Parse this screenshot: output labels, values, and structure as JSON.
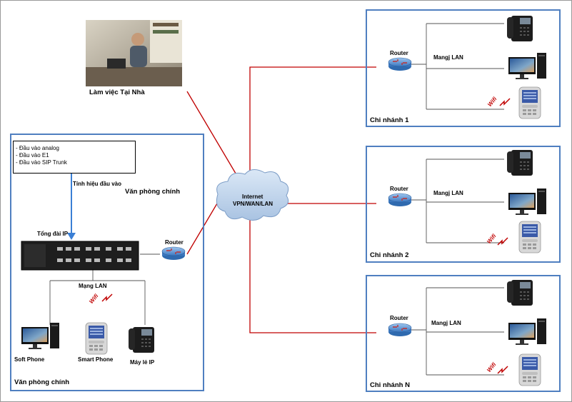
{
  "home": {
    "label": "Làm việc Tại Nhà"
  },
  "internet": {
    "label_line1": "Internet",
    "label_line2": "VPN/WAN/LAN"
  },
  "main_office": {
    "inputs": [
      "- Đầu vào analog",
      "- Đầu vào E1",
      "- Đầu vào SIP Trunk"
    ],
    "signal_label": "Tính hiệu đầu vào",
    "title_inner": "Văn phòng chính",
    "title_bottom": "Văn phòng chính",
    "pbx_label": "Tổng đài IP",
    "router_label": "Router",
    "lan_label": "Mạng LAN",
    "wifi_label": "Wifi",
    "devices": [
      "Soft Phone",
      "Smart Phone",
      "Máy lẻ IP"
    ]
  },
  "branches": [
    {
      "name": "Chi nhánh 1",
      "router_label": "Router",
      "lan_label": "Mangj LAN",
      "wifi_label": "Wifi"
    },
    {
      "name": "Chi nhánh 2",
      "router_label": "Router",
      "lan_label": "Mangj LAN",
      "wifi_label": "Wifi"
    },
    {
      "name": "Chi nhánh N",
      "router_label": "Router",
      "lan_label": "Mangj LAN",
      "wifi_label": "Wifi"
    }
  ],
  "colors": {
    "frame_blue": "#4f7fc0",
    "wan_link": "#c00000",
    "arrow_blue": "#3a7fd5"
  }
}
